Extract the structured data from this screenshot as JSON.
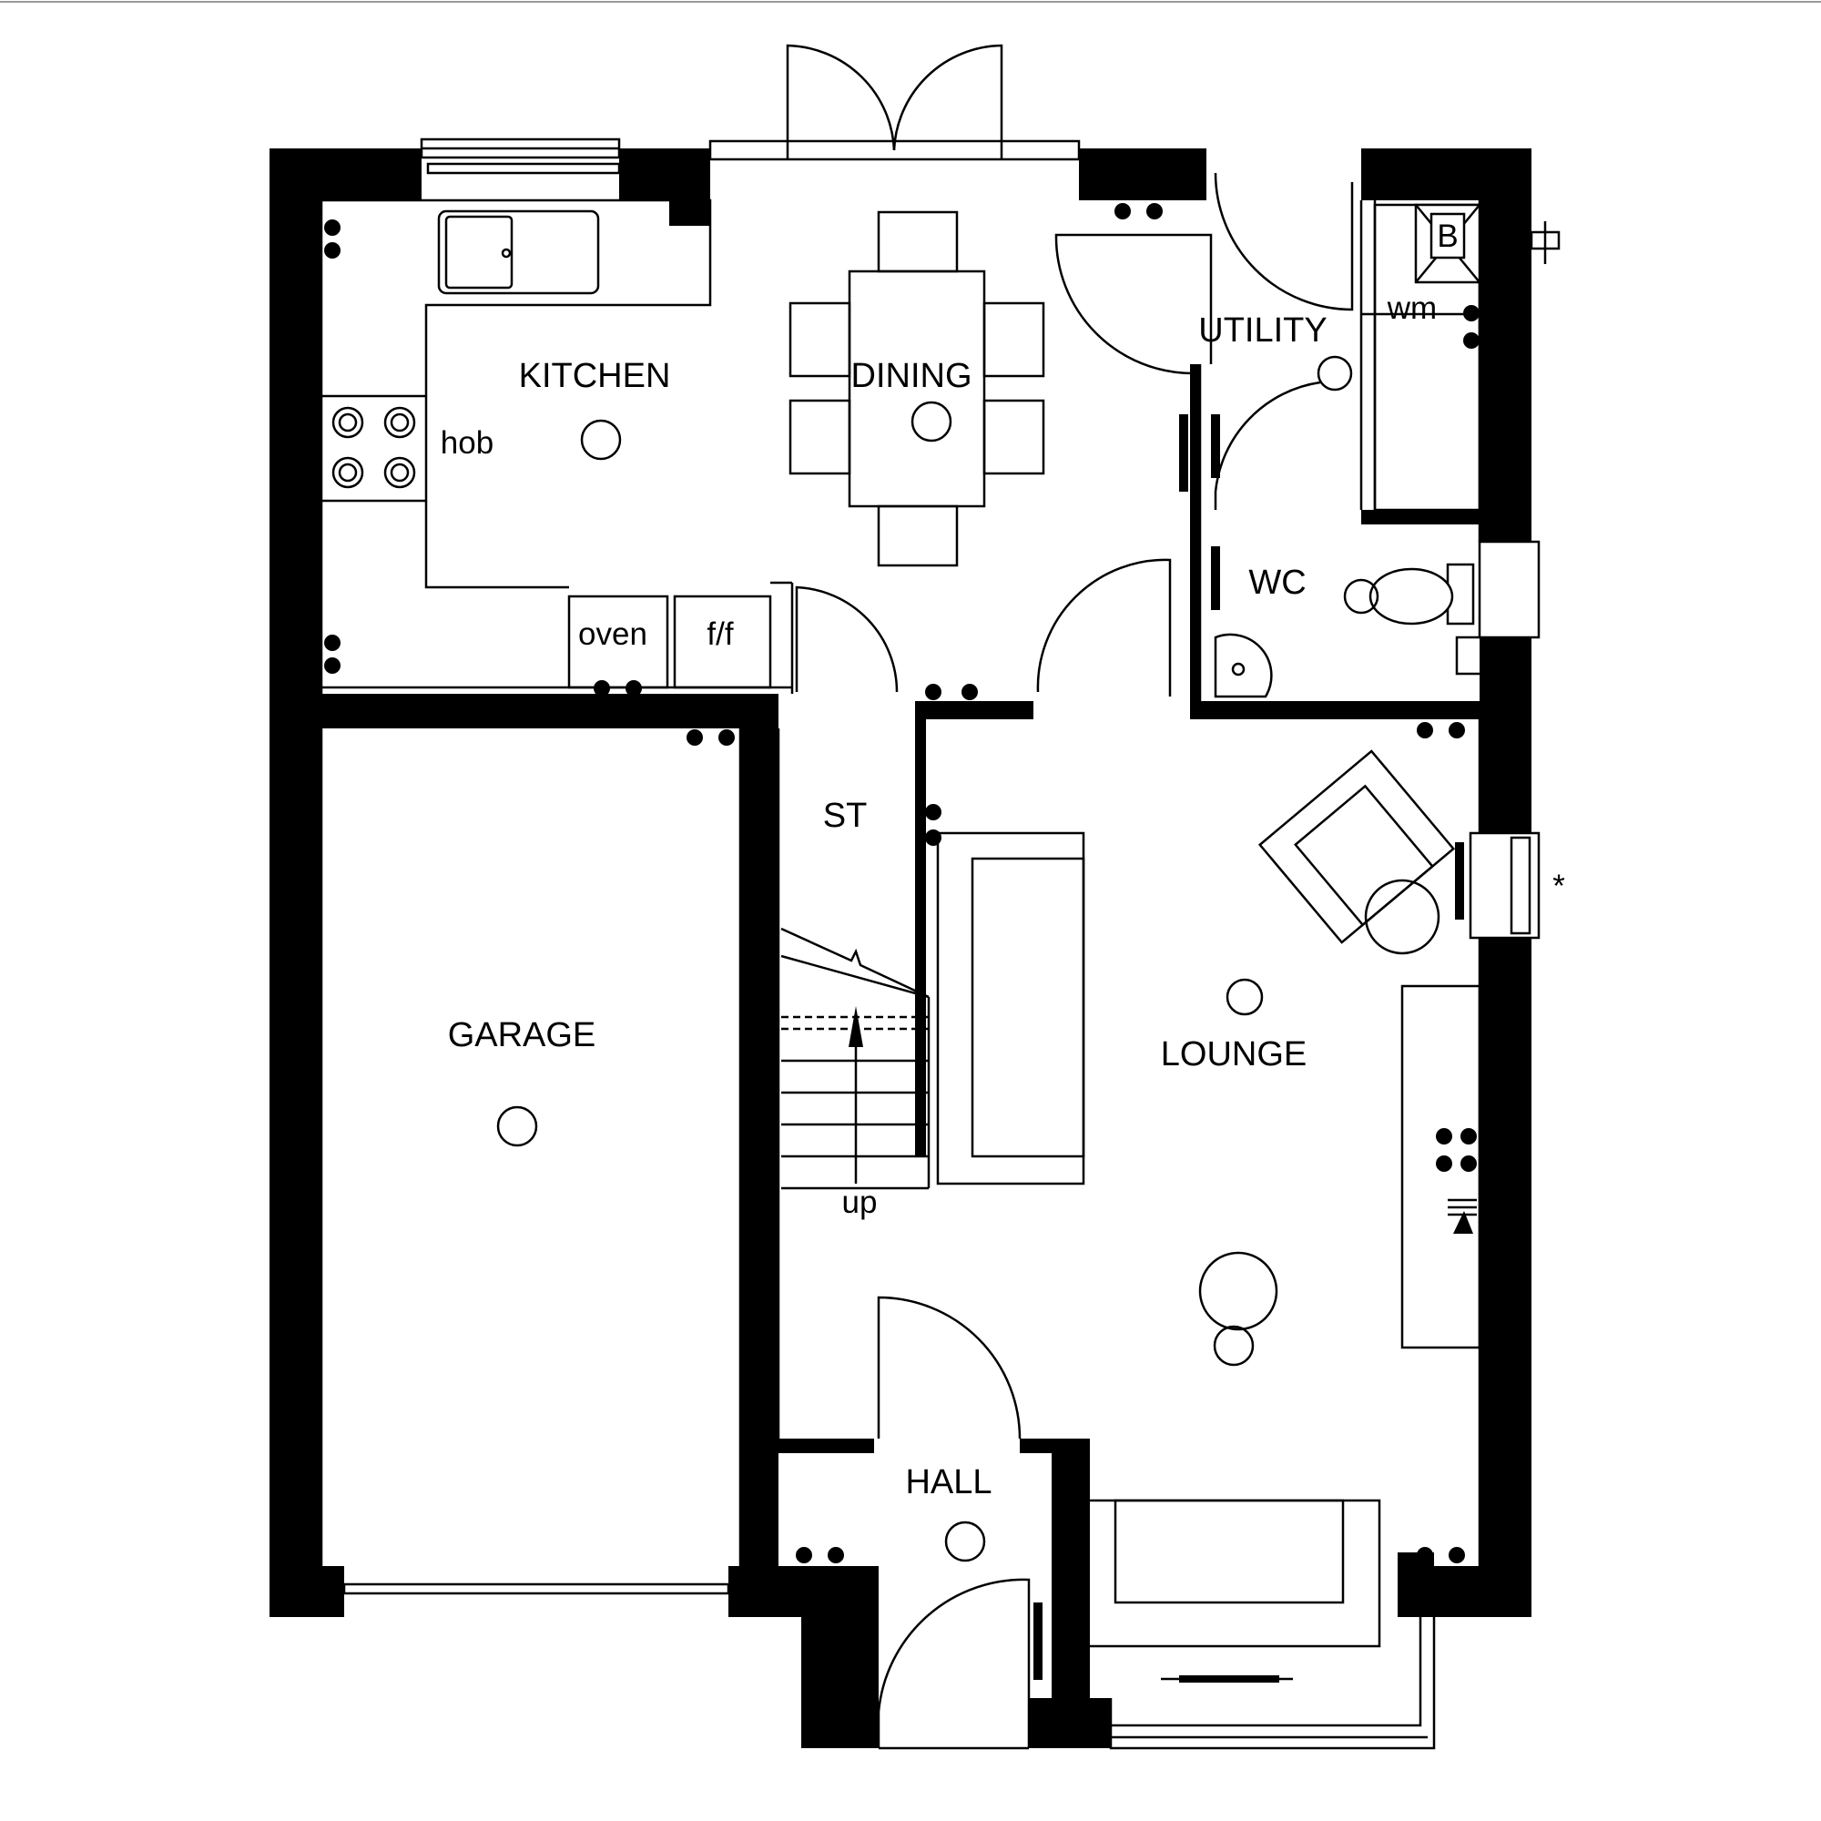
{
  "plan": {
    "rooms": {
      "kitchen": "KITCHEN",
      "dining": "DINING",
      "utility": "UTILITY",
      "wc": "WC",
      "st": "ST",
      "garage": "GARAGE",
      "lounge": "LOUNGE",
      "hall": "HALL"
    },
    "fixtures": {
      "hob": "hob",
      "oven": "oven",
      "fridge_freezer": "f/f",
      "washing_machine": "wm",
      "boiler": "B",
      "stairs": "up",
      "note_marker": "*"
    },
    "colors": {
      "wall": "#000000",
      "background": "#ffffff"
    }
  }
}
